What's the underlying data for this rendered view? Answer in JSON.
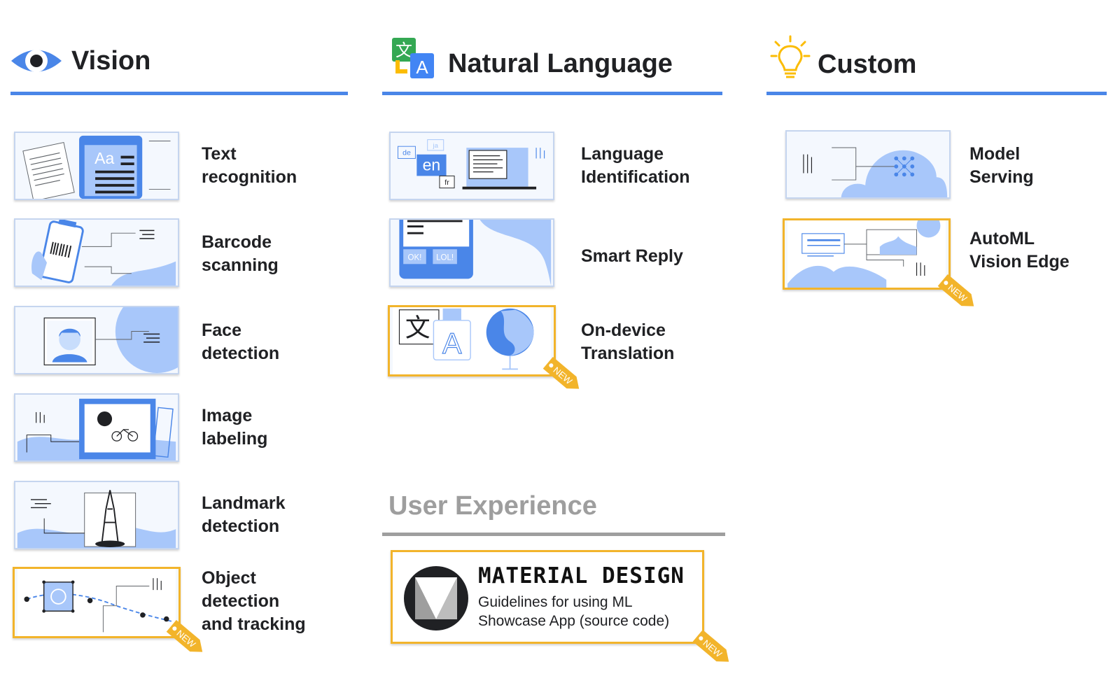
{
  "sections": {
    "vision": {
      "title": "Vision",
      "icon": "eye-icon"
    },
    "natural_language": {
      "title": "Natural Language",
      "icon": "translate-icon"
    },
    "custom": {
      "title": "Custom",
      "icon": "lightbulb-icon"
    },
    "user_experience": {
      "title": "User Experience"
    }
  },
  "vision_items": [
    {
      "label": "Text\nrecognition",
      "is_new": false,
      "icon": "text-recognition-illustration"
    },
    {
      "label": "Barcode\nscanning",
      "is_new": false,
      "icon": "barcode-scanning-illustration"
    },
    {
      "label": "Face\ndetection",
      "is_new": false,
      "icon": "face-detection-illustration"
    },
    {
      "label": "Image\nlabeling",
      "is_new": false,
      "icon": "image-labeling-illustration"
    },
    {
      "label": "Landmark\ndetection",
      "is_new": false,
      "icon": "landmark-detection-illustration"
    },
    {
      "label": "Object\ndetection\nand tracking",
      "is_new": true,
      "icon": "object-detection-illustration"
    }
  ],
  "language_items": [
    {
      "label": "Language\nIdentification",
      "is_new": false,
      "icon": "language-id-illustration",
      "card_text": {
        "en": "en",
        "de": "de",
        "ja": "ja",
        "fr": "fr"
      }
    },
    {
      "label": "Smart Reply",
      "is_new": false,
      "icon": "smart-reply-illustration",
      "card_text": {
        "ok": "OK!",
        "lol": "LOL!"
      }
    },
    {
      "label": "On-device\nTranslation",
      "is_new": true,
      "icon": "translation-illustration",
      "card_text": {
        "zh": "文",
        "a": "A"
      }
    }
  ],
  "custom_items": [
    {
      "label": "Model\nServing",
      "is_new": false,
      "icon": "model-serving-illustration"
    },
    {
      "label": "AutoML\nVision Edge",
      "is_new": true,
      "icon": "automl-illustration"
    }
  ],
  "material_design": {
    "title": "MATERIAL DESIGN",
    "subtitle": "Guidelines for using ML\nShowcase App (source code)",
    "is_new": true
  },
  "new_tag": "NEW",
  "colors": {
    "accent": "#4a86e8",
    "card_blue": "#a8c7fa",
    "tag_yellow": "#f2b42b",
    "rule_gray": "#9e9e9e"
  }
}
